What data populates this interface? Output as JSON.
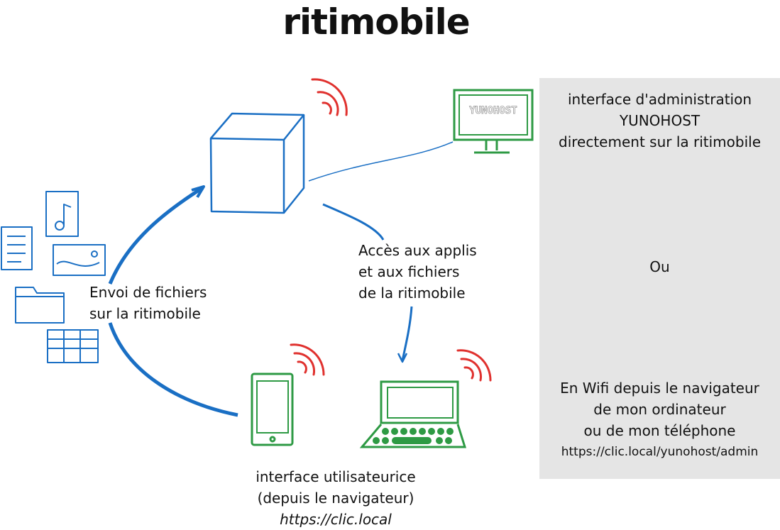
{
  "title": "ritimobile",
  "labels": {
    "upload": [
      "Envoi de fichiers",
      "sur la ritimobile"
    ],
    "access": [
      "Accès aux applis",
      "et aux fichiers",
      "de la ritimobile"
    ],
    "user_interface": [
      "interface utilisateurice",
      "(depuis le navigateur)",
      "https://clic.local"
    ],
    "monitor_screen": "YUNOHOST"
  },
  "panel": {
    "admin": [
      "interface d'administration",
      "YUNOHOST",
      "directement sur la ritimobile"
    ],
    "or": "Ou",
    "wifi": [
      "En Wifi depuis le navigateur",
      "de mon ordinateur",
      "ou de mon téléphone"
    ],
    "url": "https://clic.local/yunohost/admin"
  },
  "colors": {
    "blue": "#1a6fc4",
    "green": "#2e9a44",
    "red": "#e0312e",
    "panel": "#e5e5e5"
  }
}
